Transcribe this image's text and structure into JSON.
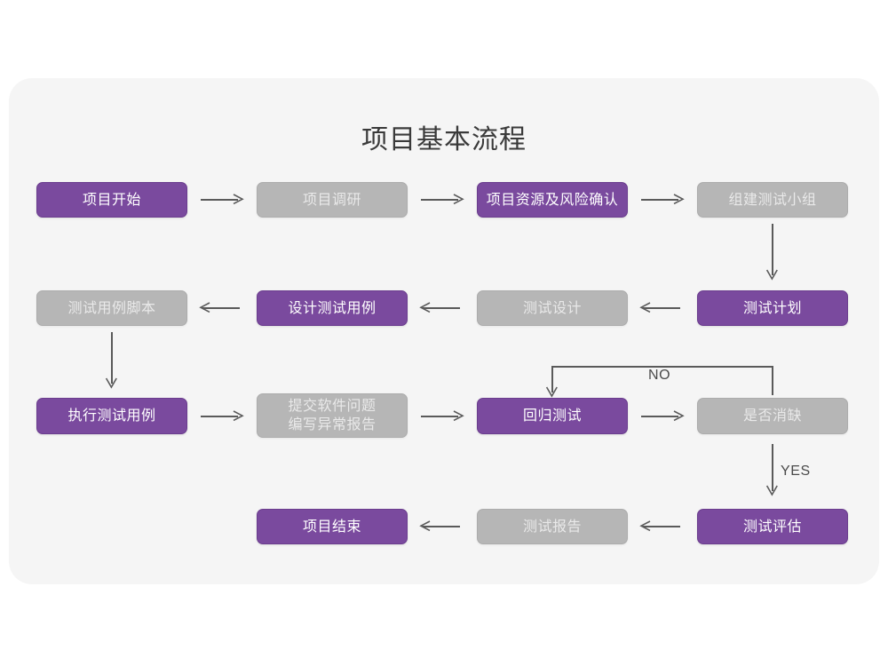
{
  "diagram": {
    "title": "项目基本流程",
    "colors": {
      "canvas": "#f5f5f5",
      "page": "#ffffff",
      "active_fill": "#7a4a9e",
      "active_border": "#6b3d8e",
      "active_text": "#ffffff",
      "inactive_fill": "#b6b6b6",
      "inactive_border": "#acacac",
      "inactive_text": "#e9e9e9",
      "connector": "#5a5a5a",
      "title_text": "#3a3a3a"
    },
    "nodes": [
      {
        "id": "n1",
        "label": "项目开始",
        "state": "active"
      },
      {
        "id": "n2",
        "label": "项目调研",
        "state": "inactive"
      },
      {
        "id": "n3",
        "label": "项目资源及风险确认",
        "state": "active"
      },
      {
        "id": "n4",
        "label": "组建测试小组",
        "state": "inactive"
      },
      {
        "id": "n5",
        "label": "测试计划",
        "state": "active"
      },
      {
        "id": "n6",
        "label": "测试设计",
        "state": "inactive"
      },
      {
        "id": "n7",
        "label": "设计测试用例",
        "state": "active"
      },
      {
        "id": "n8",
        "label": "测试用例脚本",
        "state": "inactive"
      },
      {
        "id": "n9",
        "label": "执行测试用例",
        "state": "active"
      },
      {
        "id": "n10",
        "label": "提交软件问题",
        "label2": "编写异常报告",
        "state": "inactive"
      },
      {
        "id": "n11",
        "label": "回归测试",
        "state": "active"
      },
      {
        "id": "n12",
        "label": "是否消缺",
        "state": "inactive"
      },
      {
        "id": "n13",
        "label": "测试评估",
        "state": "active"
      },
      {
        "id": "n14",
        "label": "测试报告",
        "state": "inactive"
      },
      {
        "id": "n15",
        "label": "项目结束",
        "state": "active"
      }
    ],
    "edge_labels": {
      "no": "NO",
      "yes": "YES"
    }
  }
}
